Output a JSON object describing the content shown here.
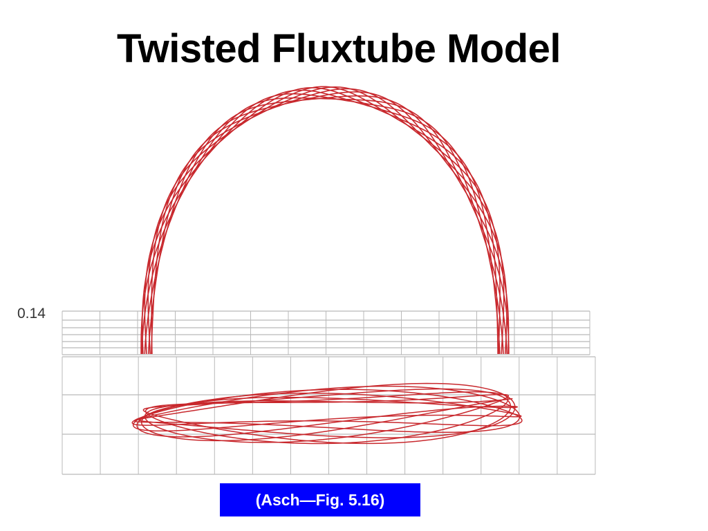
{
  "slide": {
    "title": "Twisted Fluxtube Model",
    "axis_label": "0.14",
    "caption": "(Asch—Fig. 5.16)"
  },
  "figure": {
    "colors": {
      "fieldline": "#c8282d",
      "grid": "#b9b9b9",
      "caption_bg": "#0000ff",
      "caption_text": "#ffffff"
    },
    "fieldline_count": 9
  }
}
